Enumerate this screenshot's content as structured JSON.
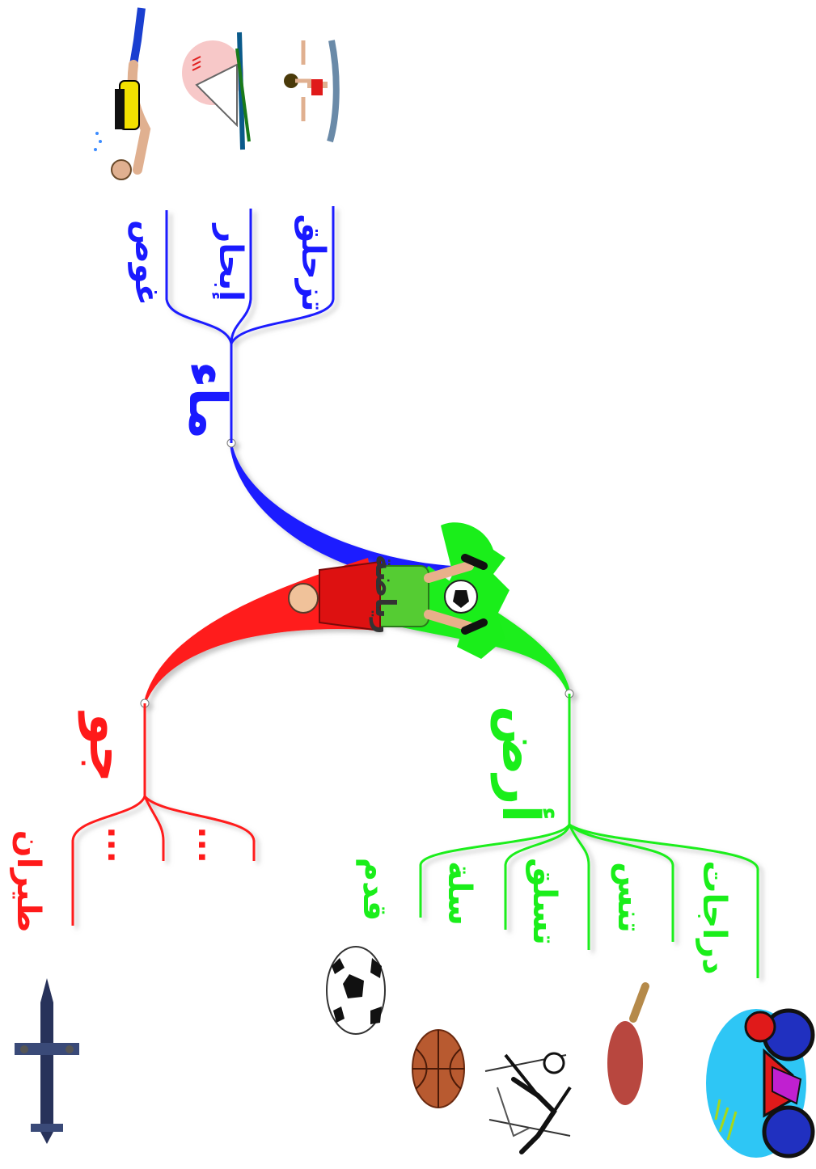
{
  "center": {
    "label": "رياضة"
  },
  "branches": [
    {
      "id": "water",
      "label": "ماء",
      "color": "#1a1aff",
      "leaves": [
        {
          "label": "غوص",
          "icon": "scuba-diver-icon"
        },
        {
          "label": "إبحار",
          "icon": "sailboat-icon"
        },
        {
          "label": "تزحلق",
          "icon": "water-skier-icon"
        }
      ]
    },
    {
      "id": "air",
      "label": "جو",
      "color": "#ff1a1a",
      "leaves": [
        {
          "label": "طيران",
          "icon": "airplane-icon"
        },
        {
          "label": "...",
          "icon": ""
        },
        {
          "label": "...",
          "icon": ""
        }
      ]
    },
    {
      "id": "land",
      "label": "أرض",
      "color": "#1aee1a",
      "leaves": [
        {
          "label": "قدم",
          "icon": "soccer-ball-icon"
        },
        {
          "label": "سلة",
          "icon": "basketball-icon"
        },
        {
          "label": "تسلق",
          "icon": "climber-icon"
        },
        {
          "label": "تنس",
          "icon": "table-tennis-paddle-icon"
        },
        {
          "label": "دراجات",
          "icon": "motorcycle-rider-icon"
        }
      ]
    }
  ]
}
